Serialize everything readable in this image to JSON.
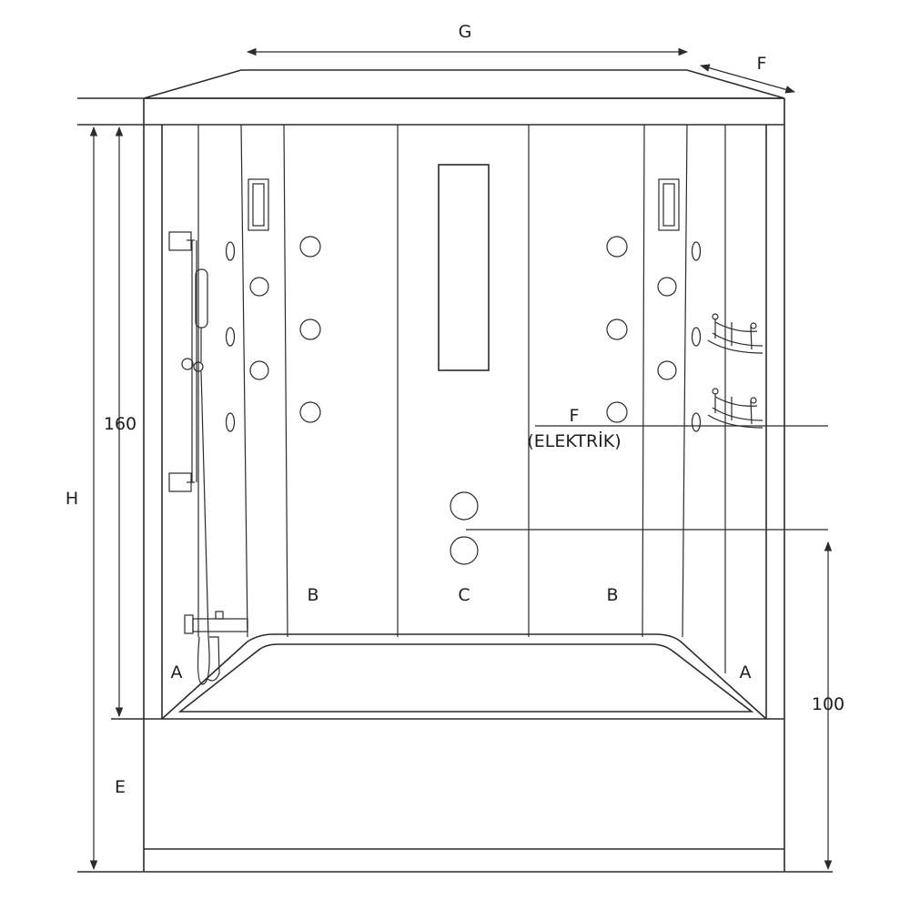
{
  "labels": {
    "g": "G",
    "f_depth": "F",
    "h": "H",
    "e": "E",
    "dim_160": "160",
    "dim_100": "100",
    "a_left": "A",
    "a_right": "A",
    "b_left": "B",
    "b_right": "B",
    "c": "C",
    "f_elec": "F",
    "elektrik": "(ELEKTRİK)"
  },
  "colors": {
    "line": "#2b2b2b",
    "text": "#1e1e1e",
    "background": "#ffffff"
  }
}
